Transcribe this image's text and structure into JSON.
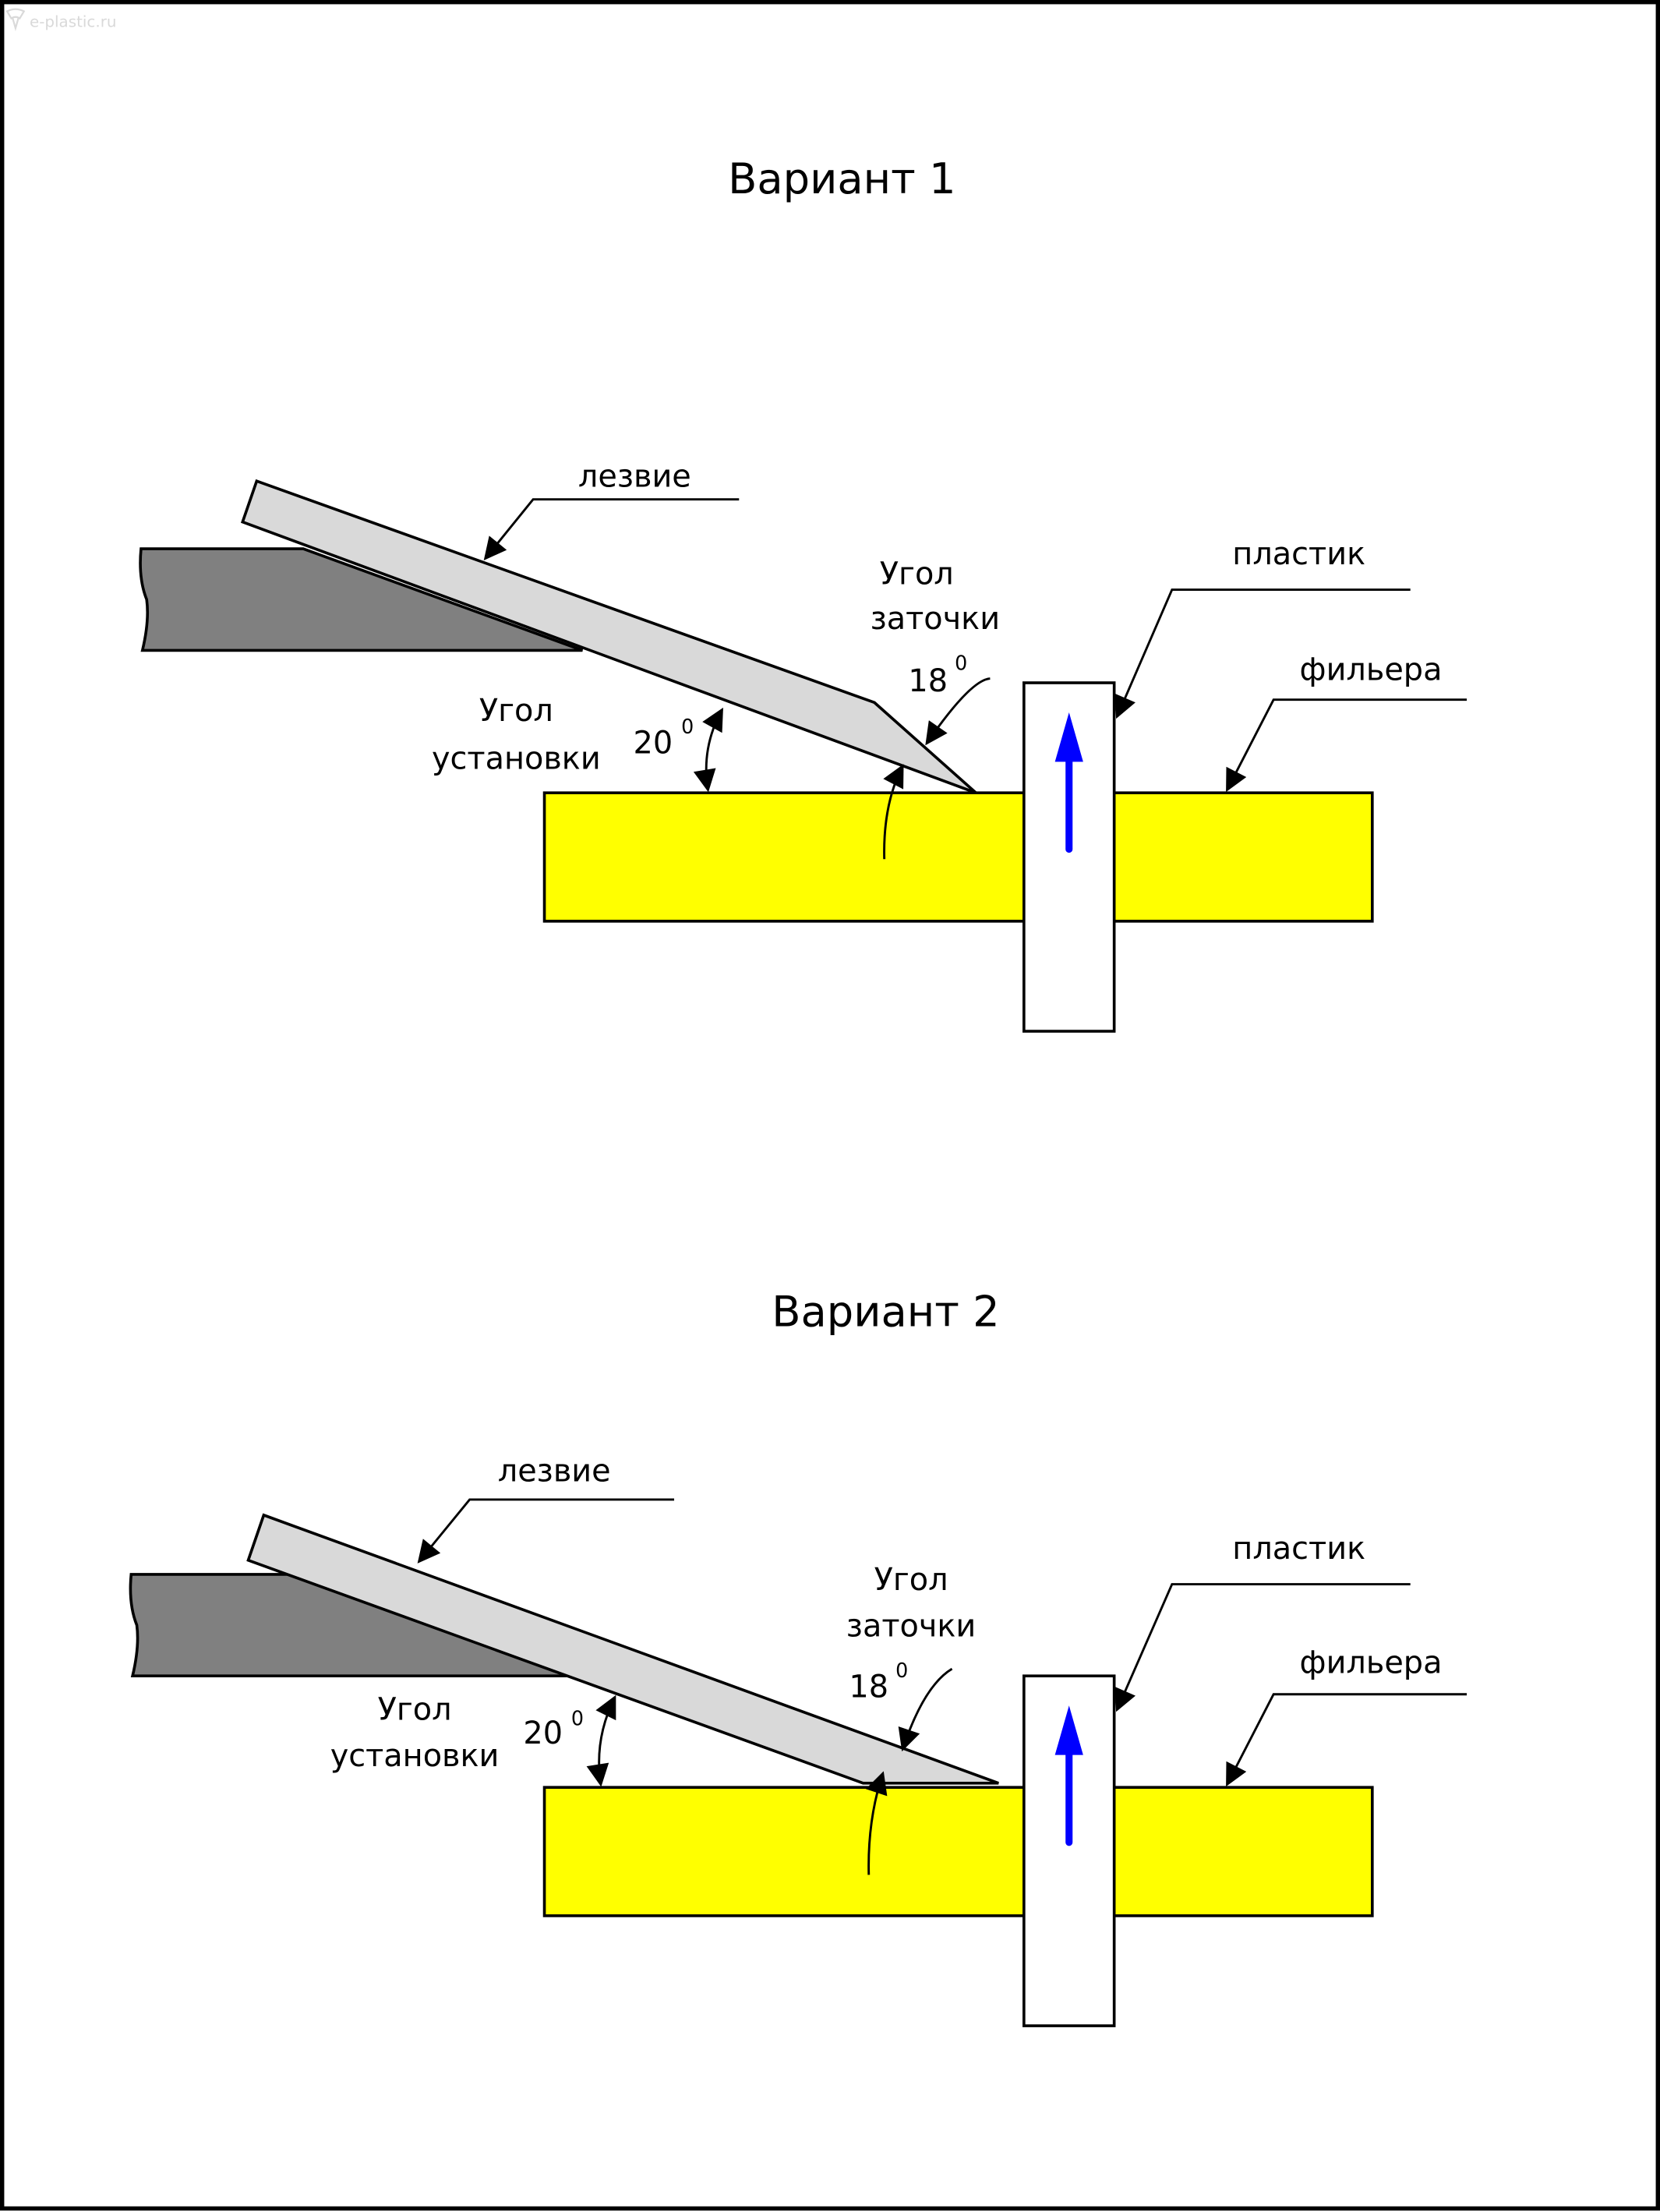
{
  "watermark": {
    "text": "e-plastic.ru",
    "icon": "e-plastic-logo-icon"
  },
  "colors": {
    "frame": "#000000",
    "holder": "#808080",
    "blade": "#d9d9d9",
    "die": "#ffff00",
    "plastic": "#ffffff",
    "direction_arrow": "#0000ff",
    "watermark": "#d9d9d9"
  },
  "variants": [
    {
      "title": "Вариант 1",
      "labels": {
        "blade": "лезвие",
        "plastic": "пластик",
        "die": "фильера",
        "sharpening_angle_line1": "Угол",
        "sharpening_angle_line2": "заточки",
        "sharpening_angle_value": "18",
        "sharpening_angle_unit": "0",
        "mounting_angle_line1": "Угол",
        "mounting_angle_line2": "установки",
        "mounting_angle_value": "20",
        "mounting_angle_unit": "0"
      }
    },
    {
      "title": "Вариант 2",
      "labels": {
        "blade": "лезвие",
        "plastic": "пластик",
        "die": "фильера",
        "sharpening_angle_line1": "Угол",
        "sharpening_angle_line2": "заточки",
        "sharpening_angle_value": "18",
        "sharpening_angle_unit": "0",
        "mounting_angle_line1": "Угол",
        "mounting_angle_line2": "установки",
        "mounting_angle_value": "20",
        "mounting_angle_unit": "0"
      }
    }
  ]
}
